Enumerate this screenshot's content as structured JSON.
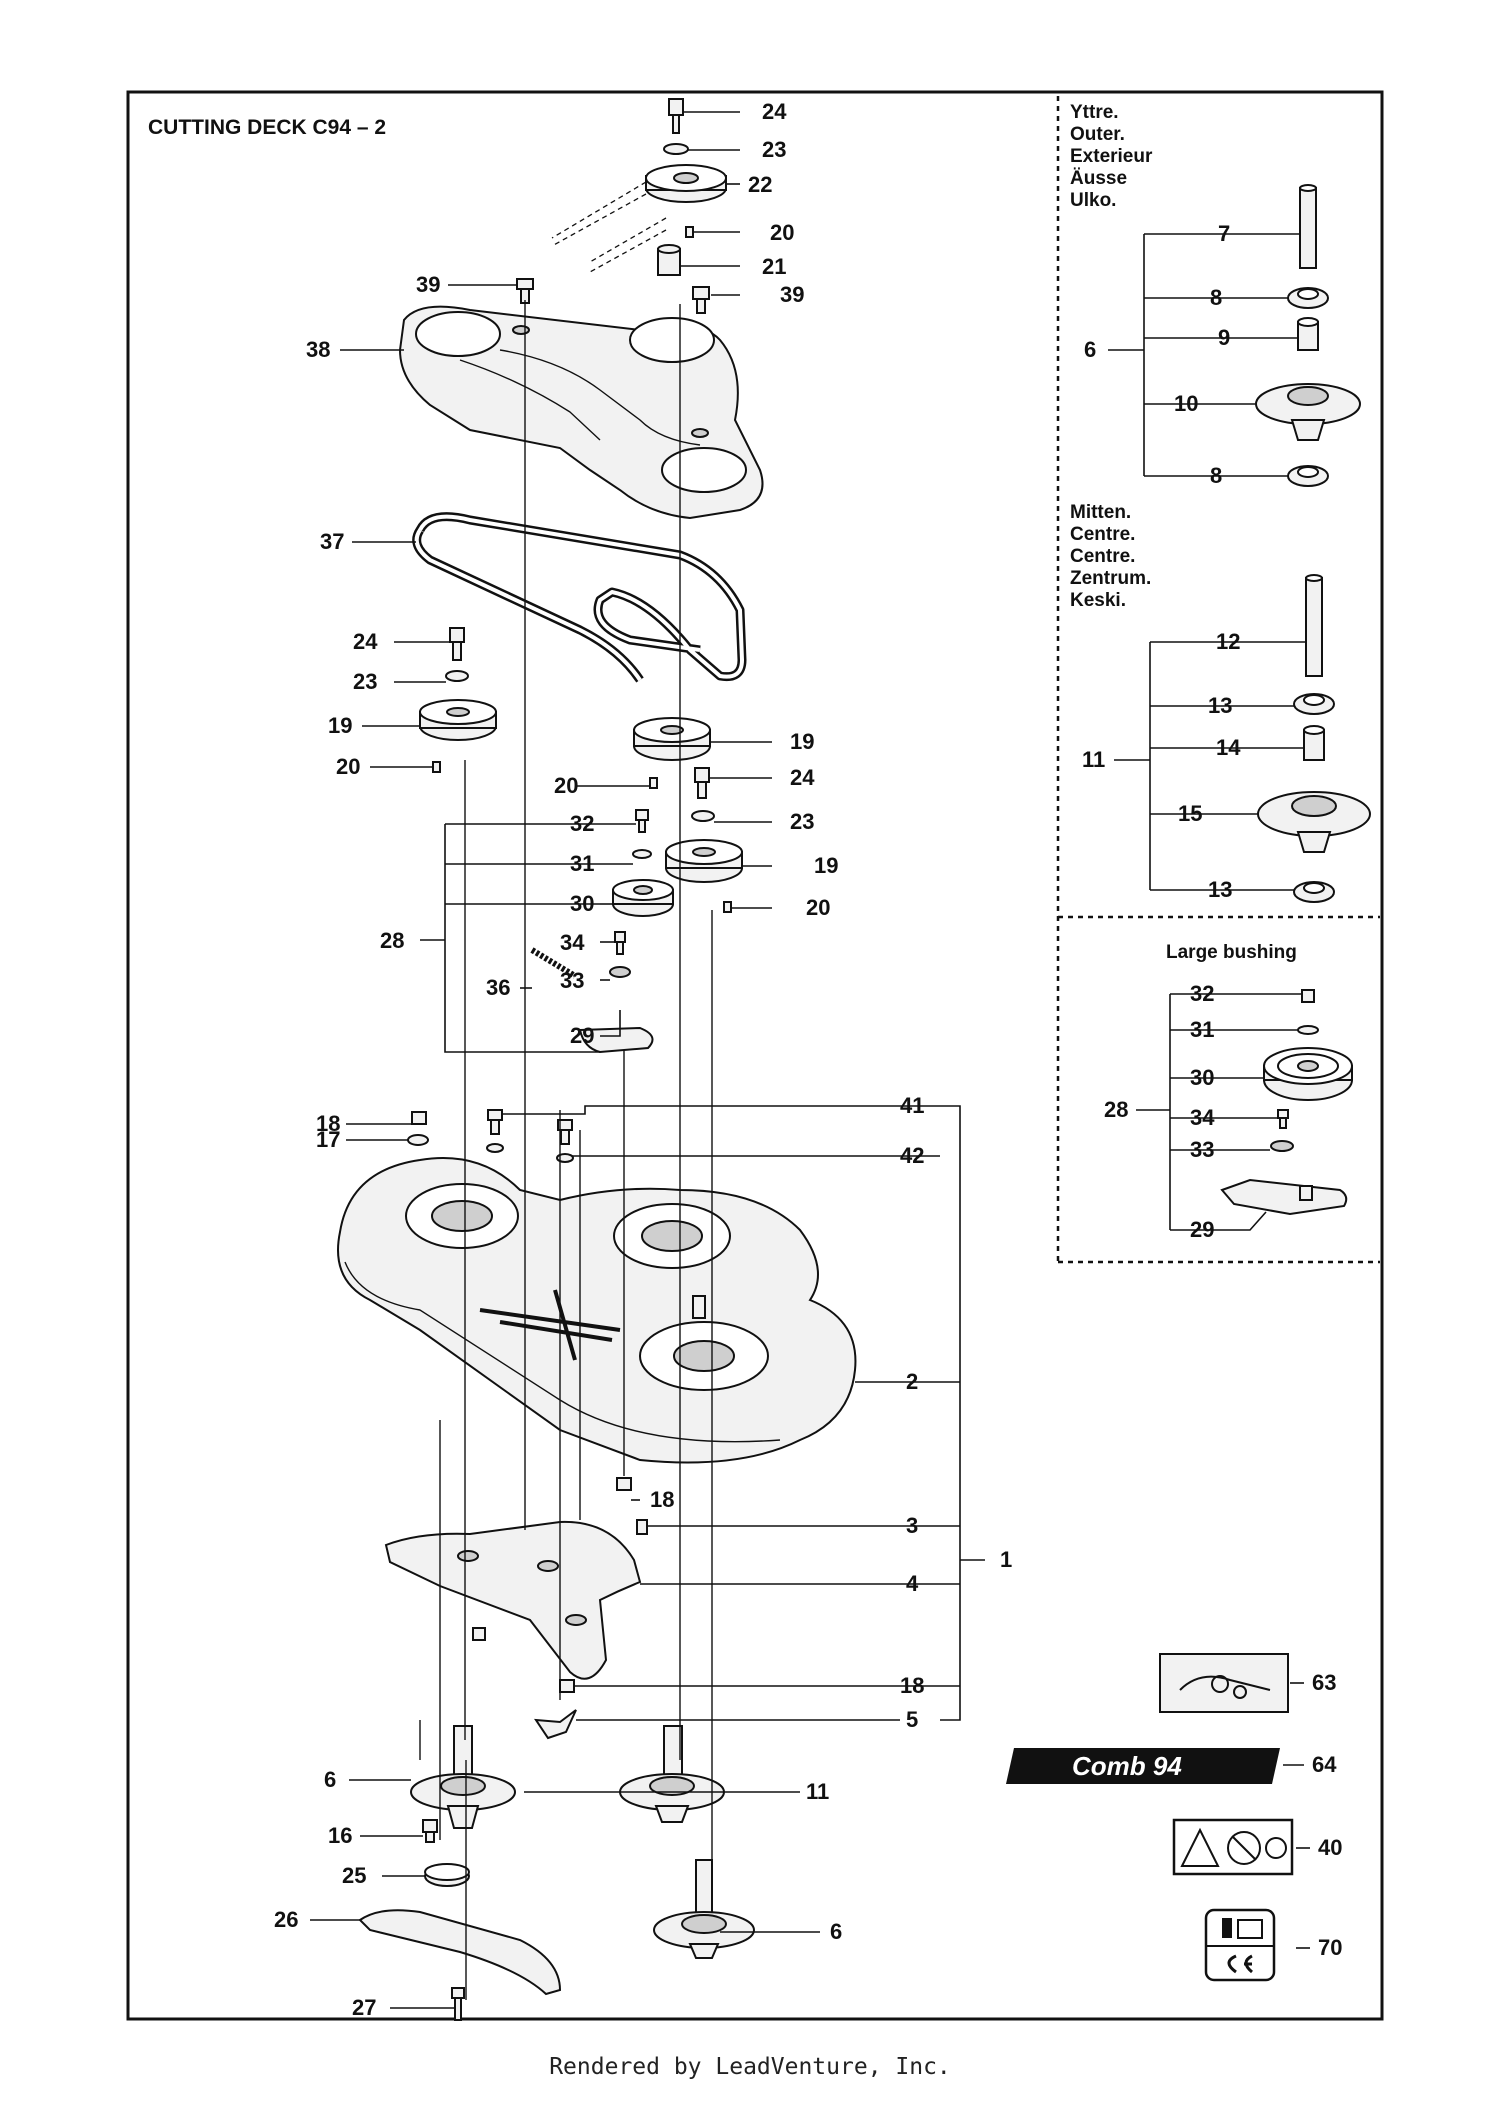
{
  "title": "CUTTING DECK C94 – 2",
  "insets": {
    "outer": {
      "lines": [
        "Yttre.",
        "Outer.",
        "Exterieur",
        "Äusse",
        "Ulko."
      ]
    },
    "center": {
      "lines": [
        "Mitten.",
        "Centre.",
        "Centre.",
        "Zentrum.",
        "Keski."
      ]
    },
    "large_bushing": {
      "title": "Large bushing"
    }
  },
  "decal_text": "Comb 94",
  "footer": "Rendered by LeadVenture, Inc.",
  "labels": {
    "c24a": "24",
    "c23a": "23",
    "c22": "22",
    "c20a": "20",
    "c21": "21",
    "c39a": "39",
    "c39b": "39",
    "c38": "38",
    "c37": "37",
    "c24b": "24",
    "c23b": "23",
    "c19a": "19",
    "c20b": "20",
    "c19b": "19",
    "c20c": "20",
    "c24c": "24",
    "c23c": "23",
    "c19c": "19",
    "c20d": "20",
    "c32": "32",
    "c31": "31",
    "c30": "30",
    "c28": "28",
    "c34": "34",
    "c33": "33",
    "c36": "36",
    "c29": "29",
    "c41": "41",
    "c42": "42",
    "c18a": "18",
    "c17": "17",
    "c2": "2",
    "c18b": "18",
    "c3": "3",
    "c4": "4",
    "c1": "1",
    "c18c": "18",
    "c5": "5",
    "c6a": "6",
    "c11": "11",
    "c16": "16",
    "c25": "25",
    "c26": "26",
    "c6b": "6",
    "c27": "27",
    "c63": "63",
    "c64": "64",
    "c40": "40",
    "c70": "70",
    "o7": "7",
    "o8a": "8",
    "o9": "9",
    "o6": "6",
    "o10": "10",
    "o8b": "8",
    "m12": "12",
    "m13a": "13",
    "m14": "14",
    "m11": "11",
    "m15": "15",
    "m13b": "13",
    "b32": "32",
    "b31": "31",
    "b30": "30",
    "b28": "28",
    "b34": "34",
    "b33": "33",
    "b29": "29"
  }
}
